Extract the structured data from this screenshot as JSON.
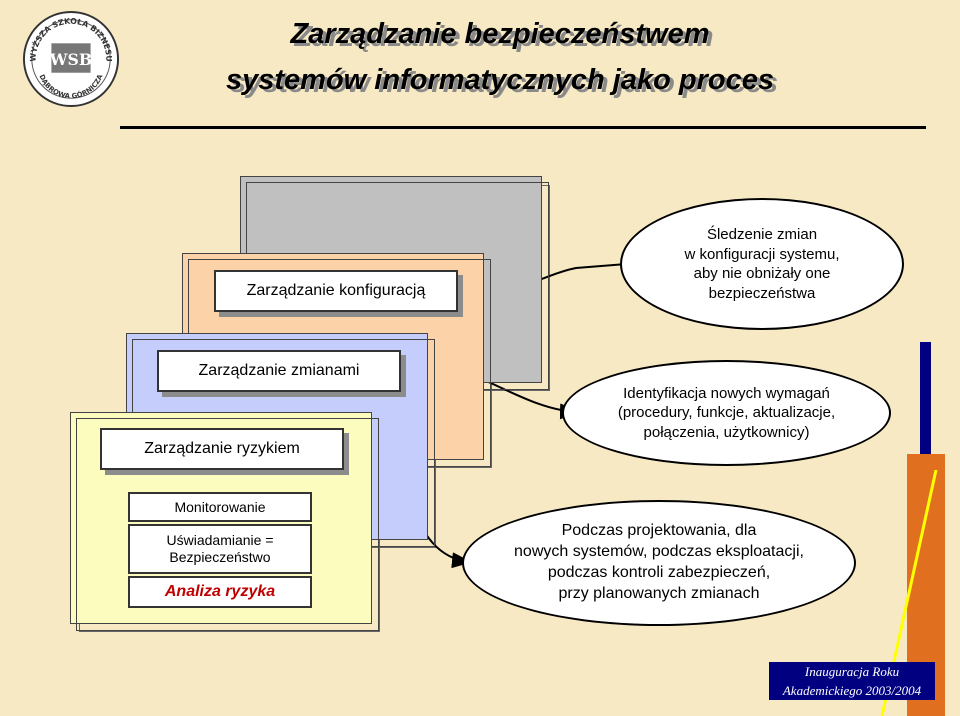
{
  "title": {
    "line1": "Zarządzanie  bezpieczeństwem",
    "line2": "systemów  informatycznych  jako  proces"
  },
  "logo": {
    "text_top": "WYŻSZA SZKOŁA BIZNESU",
    "monogram": "WSB",
    "text_bottom": "DĄBROWA GÓRNICZA"
  },
  "layers": {
    "konfiguracja": "Zarządzanie konfiguracją",
    "zmiany": "Zarządzanie zmianami",
    "ryzyko": "Zarządzanie ryzykiem",
    "monitorowanie": "Monitorowanie",
    "uswiadamianie": "Uświadamianie =\nBezpieczeństwo",
    "analiza": "Analiza ryzyka"
  },
  "callouts": {
    "sledzenie": "Śledzenie zmian\nw konfiguracji systemu,\naby nie obniżały one\nbezpieczeństwa",
    "identyfikacja": "Identyfikacja nowych wymagań\n(procedury, funkcje, aktualizacje,\npołączenia, użytkownicy)",
    "podczas": "Podczas projektowania, dla\nnowych systemów, podczas eksploatacji,\npodczas kontroli zabezpieczeń,\nprzy planowanych zmianach"
  },
  "footer": {
    "line1": "Inauguracja Roku",
    "line2": "Akademickiego 2003/2004"
  },
  "colors": {
    "background": "#f7e9c4",
    "gray_page": "#c0c0c0",
    "peach_page": "#fcd2a8",
    "blue_page": "#c5cdfc",
    "yellow_page": "#fcfcbf",
    "analiza_text": "#c00000",
    "accent_blue": "#000080",
    "accent_orange": "#e07020"
  }
}
